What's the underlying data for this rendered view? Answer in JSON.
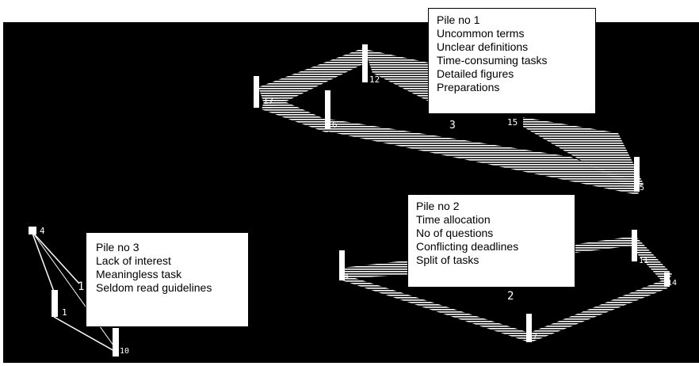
{
  "piles": [
    {
      "title": "Pile no 1",
      "items": [
        "Uncommon terms",
        "Unclear definitions",
        "Time-consuming tasks",
        "Detailed figures",
        "Preparations"
      ],
      "node_labels": [
        "17",
        "12",
        "6",
        "3",
        "15",
        "5"
      ]
    },
    {
      "title": "Pile no 2",
      "items": [
        "Time allocation",
        "No of questions",
        "Conflicting deadlines",
        "Split of tasks"
      ],
      "node_labels": [
        "4",
        "11",
        "14",
        "7",
        "2"
      ]
    },
    {
      "title": "Pile no 3",
      "items": [
        "Lack of interest",
        "Meaningless task",
        "Seldom read guidelines"
      ],
      "node_labels": [
        "4",
        "1",
        "1",
        "10"
      ]
    }
  ],
  "colors": {
    "background": "#000000",
    "lines": "#ffffff",
    "box": "#ffffff"
  }
}
